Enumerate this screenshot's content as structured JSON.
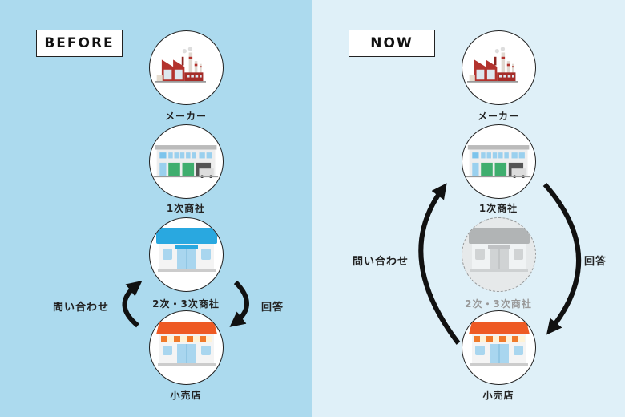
{
  "before": {
    "title": "BEFORE",
    "nodes": [
      "メーカー",
      "1次商社",
      "2次・3次商社",
      "小売店"
    ],
    "inquiry": "問い合わせ",
    "answer": "回答"
  },
  "now": {
    "title": "NOW",
    "nodes": [
      "メーカー",
      "1次商社",
      "2次・3次商社",
      "小売店"
    ],
    "inquiry": "問い合わせ",
    "answer": "回答",
    "skipped_node": "2次・3次商社"
  },
  "colors": {
    "before_bg": "#acdaee",
    "now_bg": "#dff0f8",
    "factory": "#b3332e",
    "store_roof_blue": "#29a8e0",
    "store_roof_orange": "#ee5a24"
  }
}
